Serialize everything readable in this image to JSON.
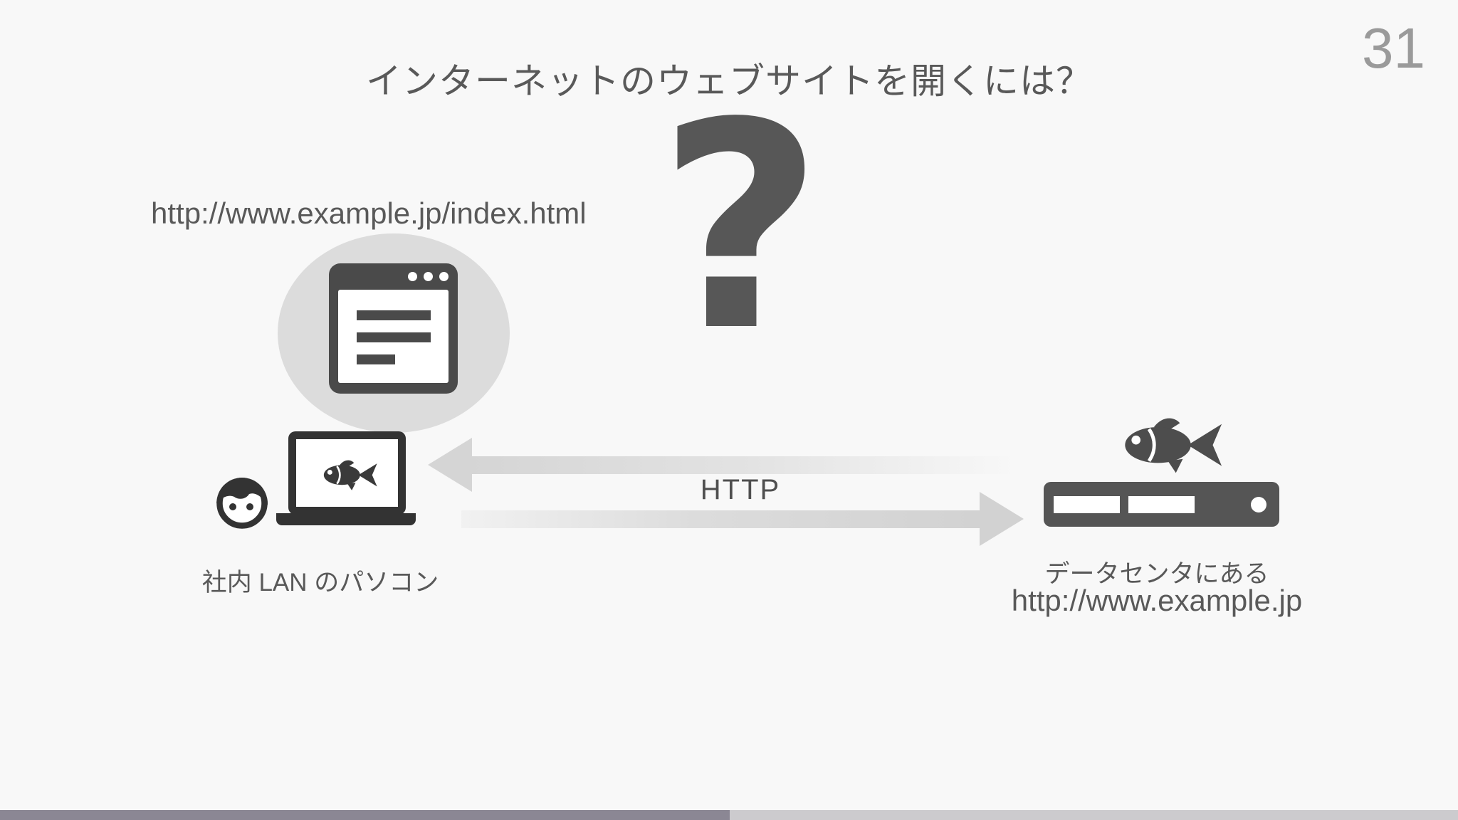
{
  "slide": {
    "title": "インターネットのウェブサイトを開くには？",
    "page_number": "31",
    "question_mark": "?"
  },
  "client": {
    "request_url": "http://www.example.jp/index.html",
    "caption": "社内 LAN のパソコン"
  },
  "connection": {
    "protocol": "HTTP"
  },
  "server": {
    "caption_line1": "データセンタにある",
    "caption_line2": "http://www.example.jp"
  },
  "icons": {
    "bubble": "thought-bubble",
    "browser": "browser-window-icon",
    "user": "user-icon",
    "laptop": "laptop-icon",
    "client_logo": "fish-logo-icon",
    "server_logo": "fish-logo-icon",
    "server_box": "server-rack-icon",
    "arrow_left": "response-arrow-left-icon",
    "arrow_right": "request-arrow-right-icon"
  },
  "colors": {
    "background": "#f8f8f8",
    "text": "#595959",
    "page_number": "#9a9a9a",
    "ellipse": "#dcdcdc",
    "icon_black": "#333333",
    "icon_dark": "#4a4a4a",
    "icon_mid": "#555555",
    "qmark": "#575757",
    "arrow": "#d5d5d5",
    "footer_left": "#8b8794",
    "footer_right": "#cccbce"
  }
}
